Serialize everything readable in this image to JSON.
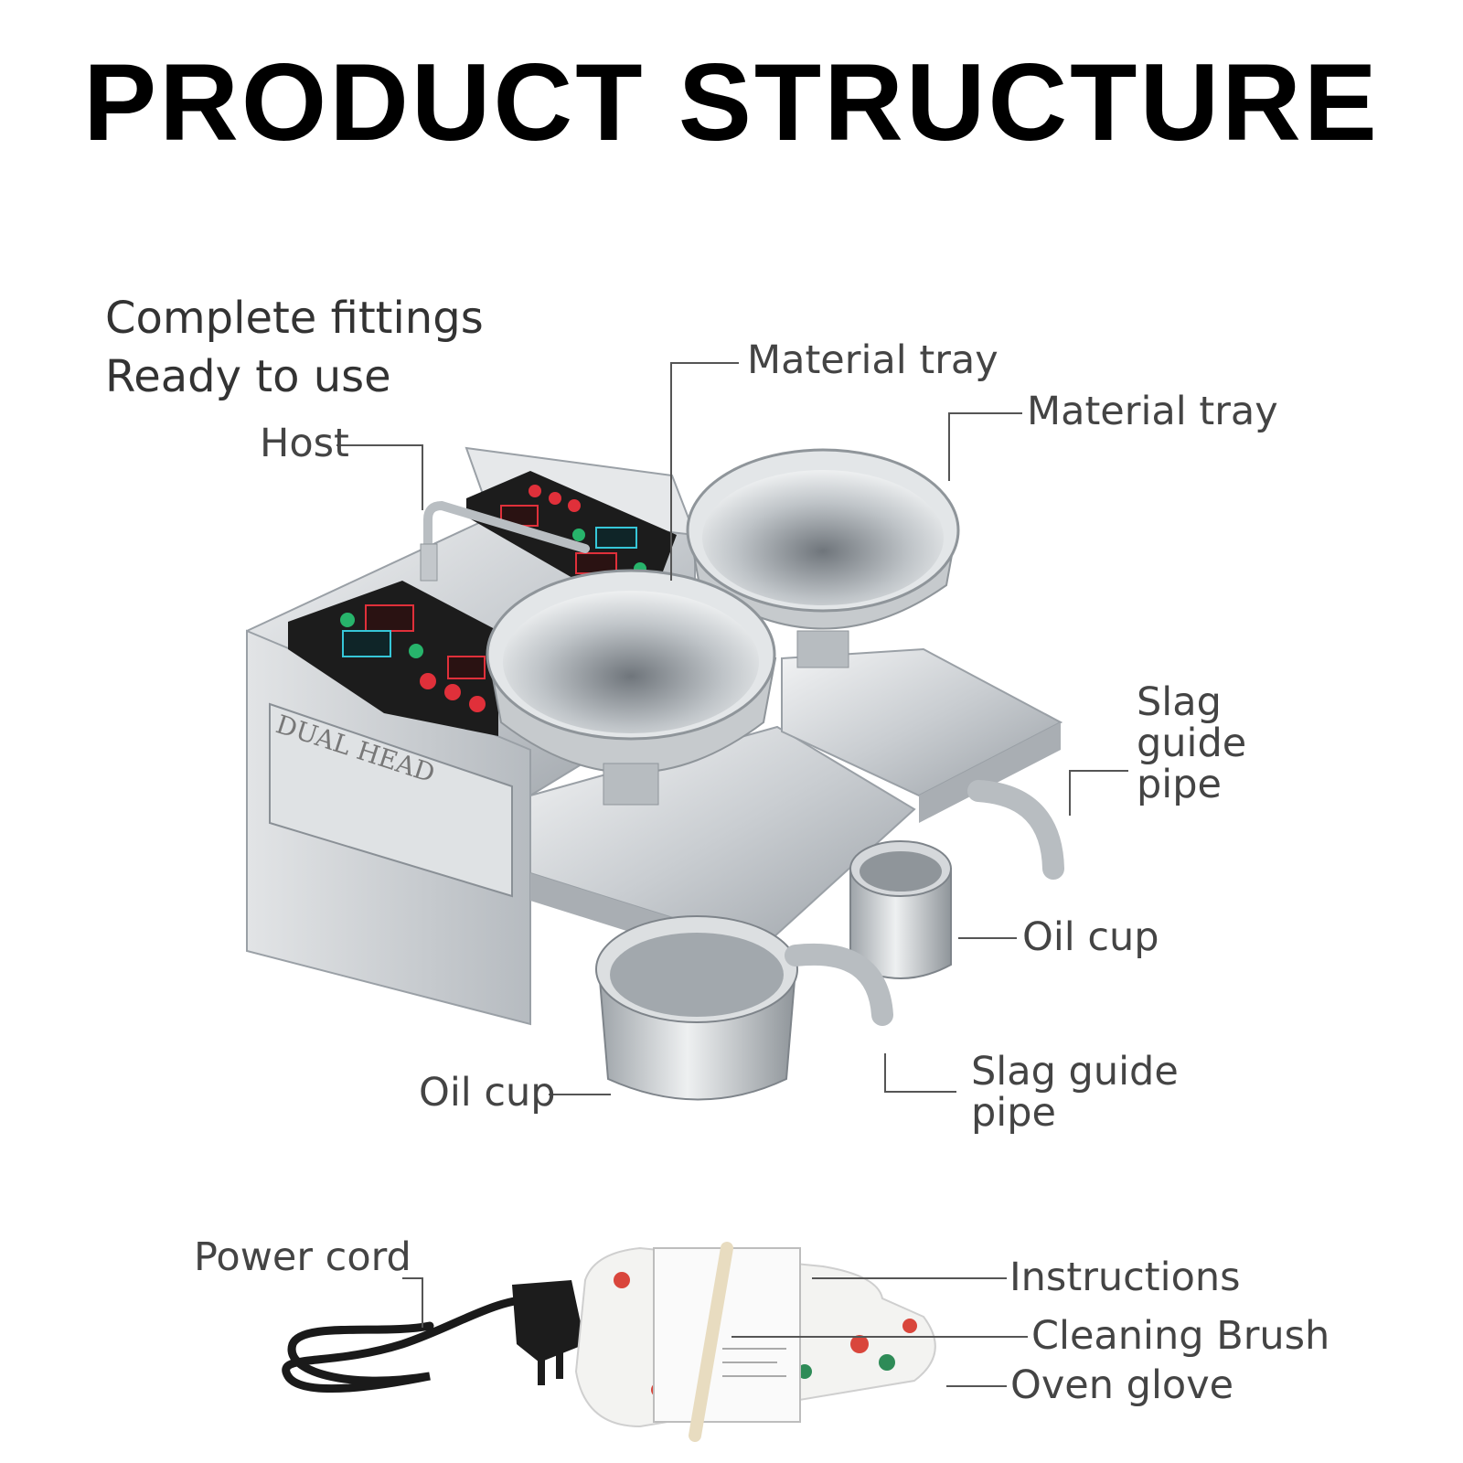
{
  "title": "PRODUCT STRUCTURE",
  "intro": {
    "line1": "Complete fittings",
    "line2": "Ready to use"
  },
  "labels": {
    "host": "Host",
    "material_tray_1": "Material tray",
    "material_tray_2": "Material tray",
    "slag_pipe_right_1": "Slag",
    "slag_pipe_right_2": "guide",
    "slag_pipe_right_3": "pipe",
    "oil_cup_right": "Oil cup",
    "oil_cup_left": "Oil cup",
    "slag_pipe_bottom_1": "Slag guide",
    "slag_pipe_bottom_2": "pipe",
    "power_cord": "Power cord",
    "instructions": "Instructions",
    "cleaning_brush": "Cleaning Brush",
    "oven_glove": "Oven glove"
  },
  "colors": {
    "label_text": "#444444",
    "leader_line": "#555555",
    "steel": "#cfd2d5",
    "panel": "#1c1c1c",
    "led_red": "#e0303a",
    "led_green": "#27b46b",
    "led_cyan": "#36c7d8"
  }
}
